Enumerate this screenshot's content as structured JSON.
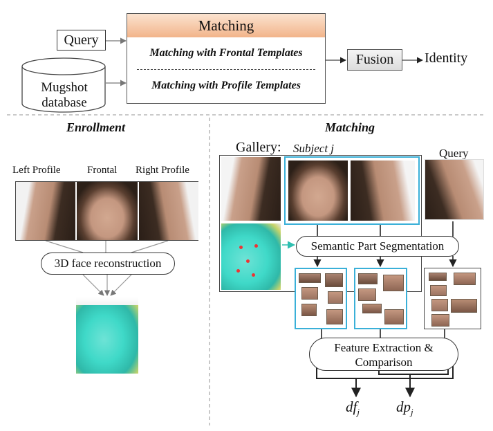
{
  "top": {
    "query_label": "Query",
    "mugshot_label": "Mugshot\ndatabase",
    "matching_title": "Matching",
    "matching_frontal": "Matching with Frontal Templates",
    "matching_profile": "Matching with Profile Templates",
    "fusion_label": "Fusion",
    "identity_label": "Identity"
  },
  "enrollment": {
    "heading": "Enrollment",
    "labels": [
      "Left Profile",
      "Frontal",
      "Right Profile"
    ],
    "reconstruction_label": "3D face reconstruction"
  },
  "matching": {
    "heading": "Matching",
    "gallery_label": "Gallery:",
    "subject_label": "Subject j",
    "query_label": "Query",
    "segmentation_label": "Semantic Part Segmentation",
    "feature_label": "Feature Extraction &\nComparison",
    "output_df": "df",
    "output_df_sub": "j",
    "output_dp": "dp",
    "output_dp_sub": "j"
  },
  "colors": {
    "header_orange": "#f2b48a",
    "cyan_border": "#3ab0d8",
    "mesh_cyan": "#3fd9c8",
    "skin": "#c9a08a"
  }
}
